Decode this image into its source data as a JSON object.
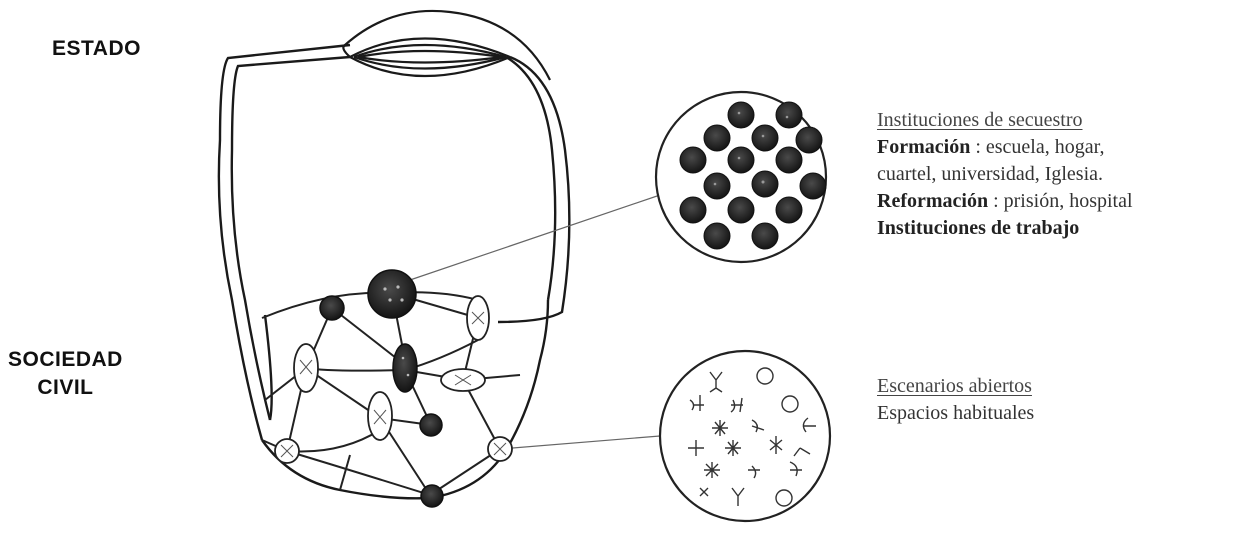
{
  "labels": {
    "estado": "ESTADO",
    "sociedad_line1": "SOCIEDAD",
    "sociedad_line2": "CIVIL"
  },
  "secuestro": {
    "heading": "Instituciones de secuestro",
    "formacion_term": "Formación",
    "formacion_text": " : escuela, hogar,",
    "formacion_text2": "cuartel, universidad, Iglesia.",
    "reformacion_term": "Reformación",
    "reformacion_text": " : prisión, hospital",
    "trabajo": "Instituciones de trabajo"
  },
  "abiertos": {
    "heading": "Escenarios abiertos",
    "text": "Espacios habituales"
  },
  "colors": {
    "ink": "#1a1a1a",
    "node_dark": "#262626",
    "line": "#222222",
    "thin_line": "#555555"
  }
}
